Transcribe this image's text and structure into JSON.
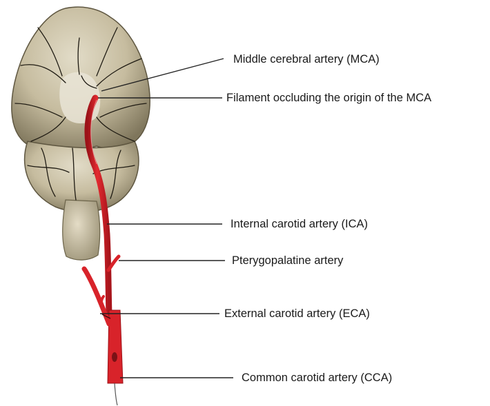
{
  "labels": {
    "mca": "Middle cerebral artery  (MCA)",
    "filament": "Filament occluding the origin of the MCA",
    "ica": "Internal carotid artery  (ICA)",
    "pterygopalatine": "Pterygopalatine artery",
    "eca": "External carotid artery  (ECA)",
    "cca": "Common carotid artery  (CCA)"
  },
  "colors": {
    "artery": "#d8232a",
    "artery_dark": "#9c1218",
    "brain": "#c6bc9f",
    "brain_shade": "#8d8468",
    "vessel_lines": "#1e1a12",
    "leader_line": "#222222"
  }
}
